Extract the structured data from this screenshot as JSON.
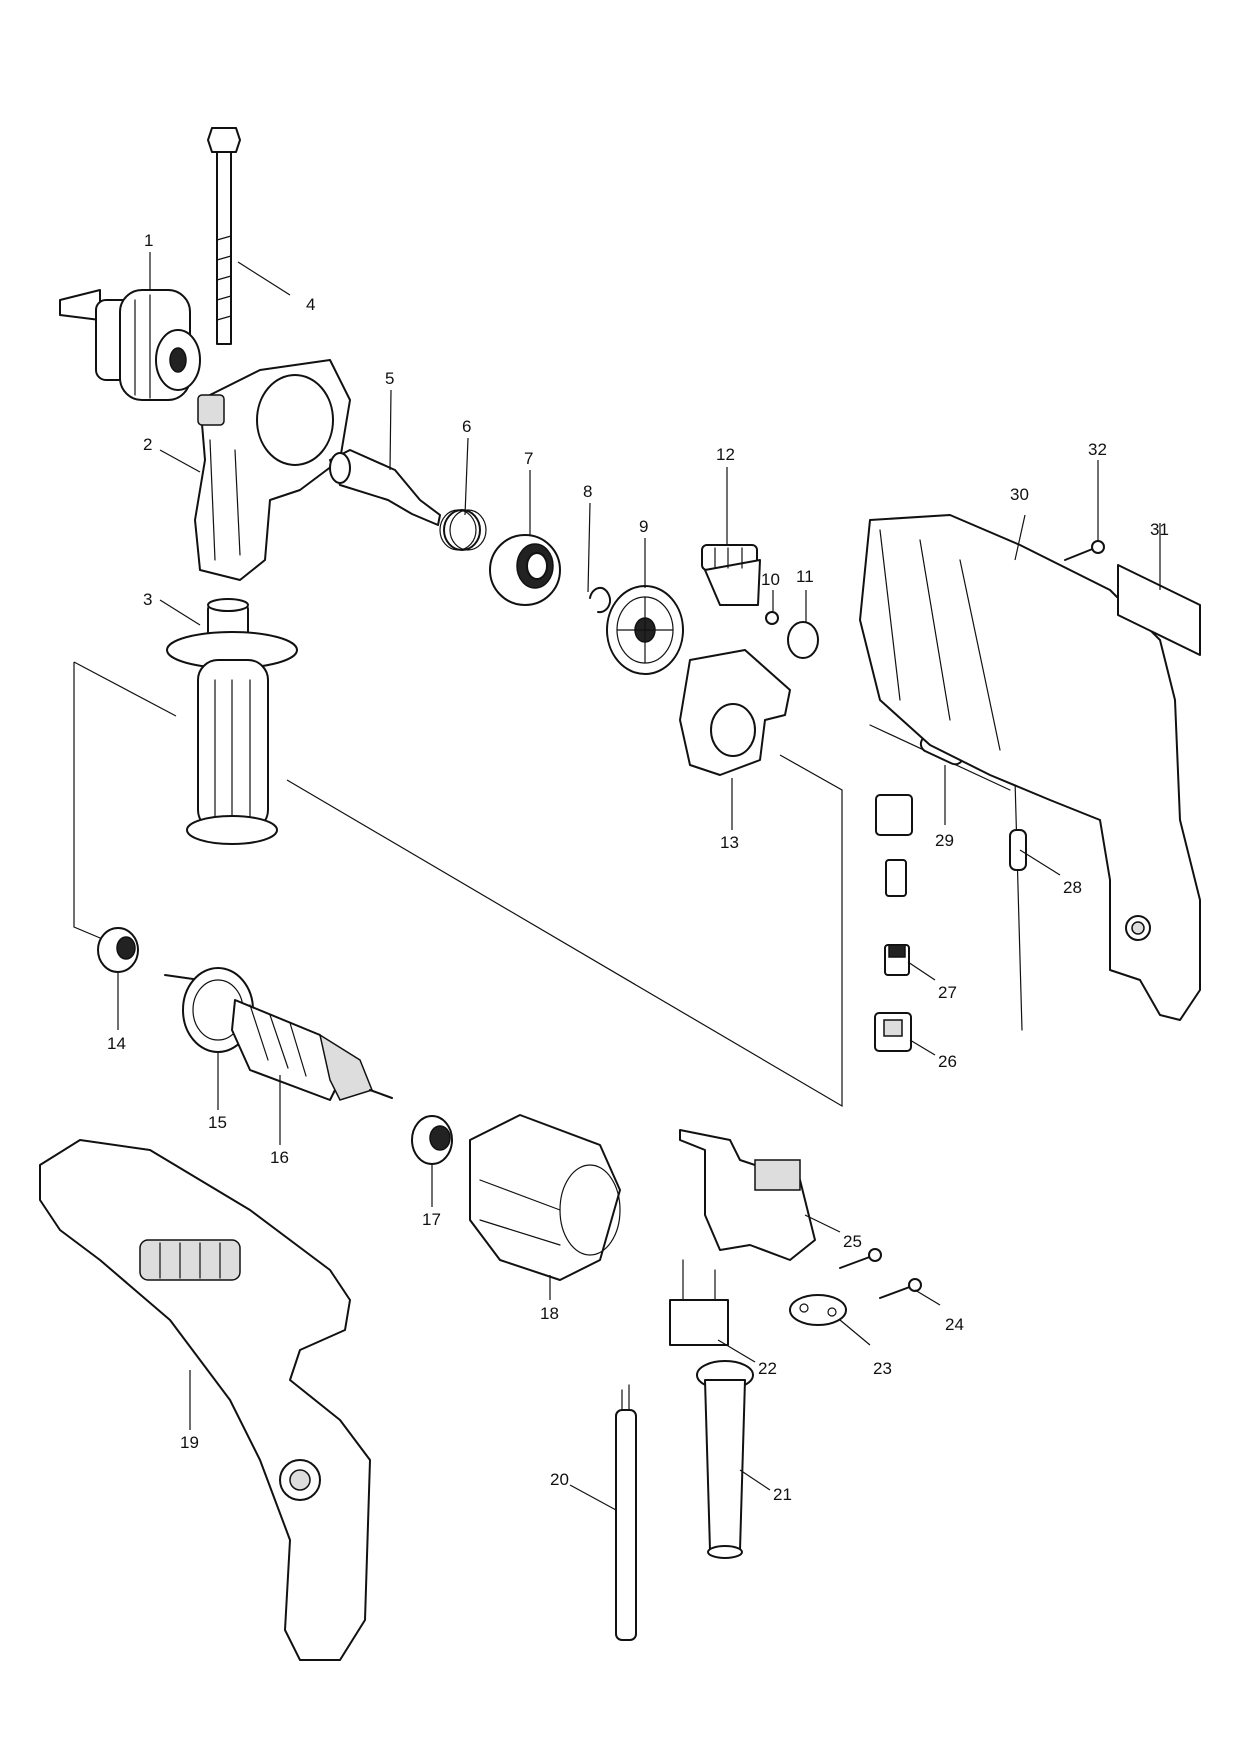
{
  "callouts": [
    "1",
    "2",
    "3",
    "4",
    "5",
    "6",
    "7",
    "8",
    "9",
    "10",
    "11",
    "12",
    "13",
    "14",
    "15",
    "16",
    "17",
    "18",
    "19",
    "20",
    "21",
    "22",
    "23",
    "24",
    "25",
    "26",
    "27",
    "28",
    "29",
    "30",
    "31",
    "32"
  ]
}
